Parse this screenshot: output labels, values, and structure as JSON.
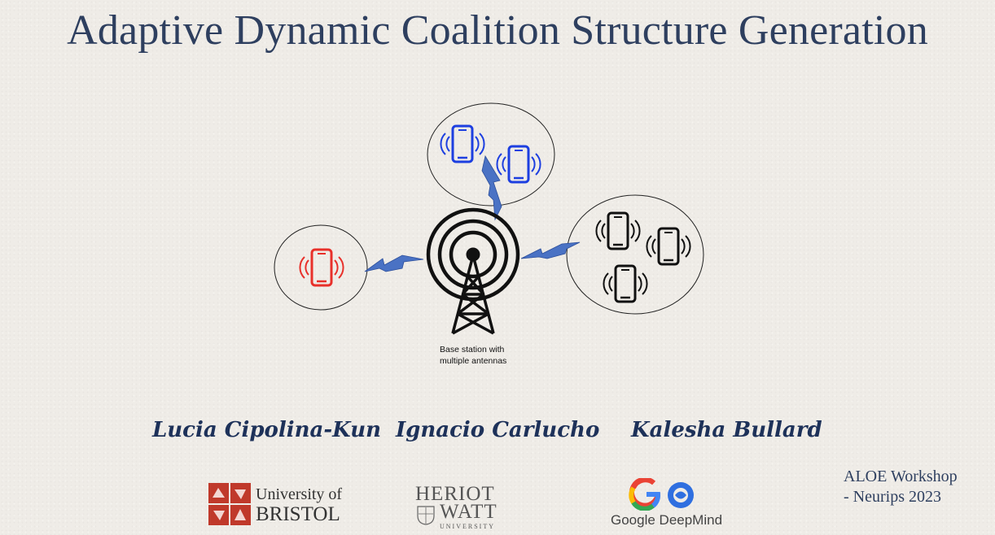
{
  "slide": {
    "title": "Adaptive Dynamic Coalition Structure Generation",
    "diagram_caption_line1": "Base station with",
    "diagram_caption_line2": "multiple antennas",
    "authors": [
      "Lucia Cipolina-Kun",
      "Ignacio Carlucho",
      "Kalesha Bullard"
    ],
    "workshop_line1": "ALOE Workshop",
    "workshop_line2": "- Neurips 2023"
  },
  "logos": {
    "bristol_line1": "University of",
    "bristol_line2": "BRISTOL",
    "heriot_line1": "HERIOT",
    "heriot_line2": "WATT",
    "heriot_line3": "UNIVERSITY",
    "deepmind_label": "Google DeepMind"
  },
  "colors": {
    "title": "#2e3f5f",
    "authors": "#1d3159",
    "phone_red": "#e8302a",
    "phone_blue": "#1d3fe0",
    "phone_black": "#111111",
    "link_blue": "#4a72c4"
  }
}
